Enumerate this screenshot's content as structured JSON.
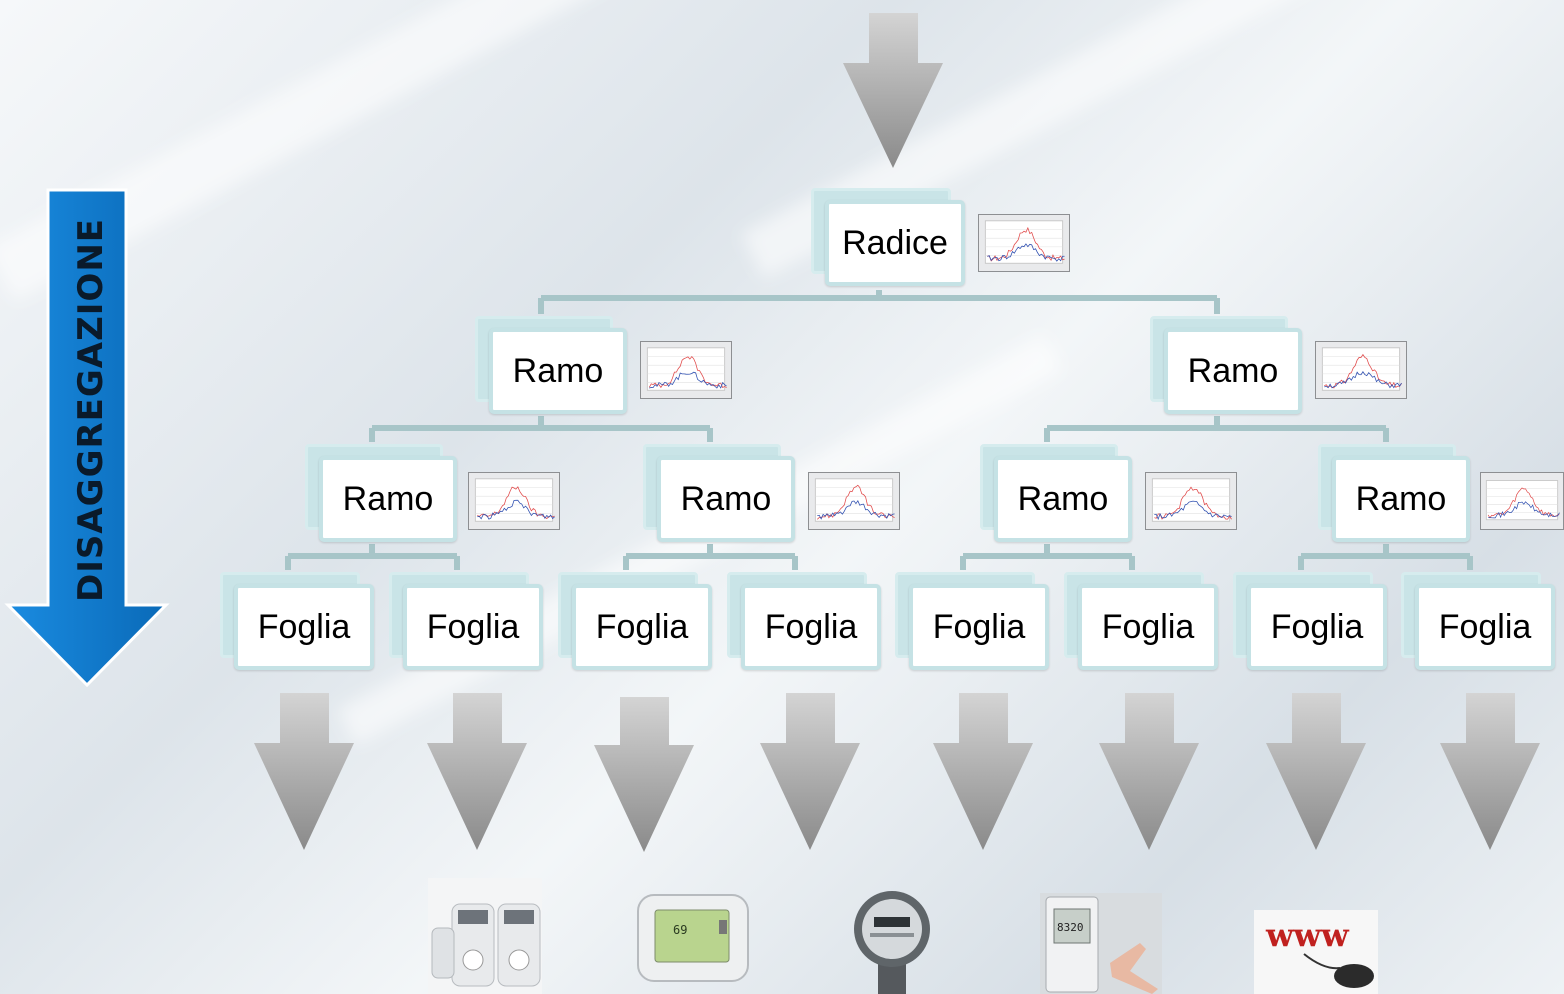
{
  "side_label": "DISAGGREGAZIONE",
  "colors": {
    "side_arrow": "#0a7bd0",
    "connector": "#a7c5c8",
    "node_border": "#c5e2e5",
    "chart_red": "#e14b4b",
    "chart_blue": "#2f4fb0",
    "gray_arrow": "#9a9a9a"
  },
  "root": {
    "label": "Radice"
  },
  "branches_level1": [
    {
      "label": "Ramo"
    },
    {
      "label": "Ramo"
    }
  ],
  "branches_level2": [
    {
      "label": "Ramo"
    },
    {
      "label": "Ramo"
    },
    {
      "label": "Ramo"
    },
    {
      "label": "Ramo"
    }
  ],
  "leaves": [
    {
      "label": "Foglia"
    },
    {
      "label": "Foglia"
    },
    {
      "label": "Foglia"
    },
    {
      "label": "Foglia"
    },
    {
      "label": "Foglia"
    },
    {
      "label": "Foglia"
    },
    {
      "label": "Foglia"
    },
    {
      "label": "Foglia"
    }
  ],
  "devices": [
    {
      "name": "smart-plugs-icon"
    },
    {
      "name": "thermostat-icon",
      "readout": "69"
    },
    {
      "name": "electric-meter-icon"
    },
    {
      "name": "wall-panel-display-icon",
      "readout": "8320"
    },
    {
      "name": "www-mouse-icon",
      "text": "www"
    }
  ]
}
